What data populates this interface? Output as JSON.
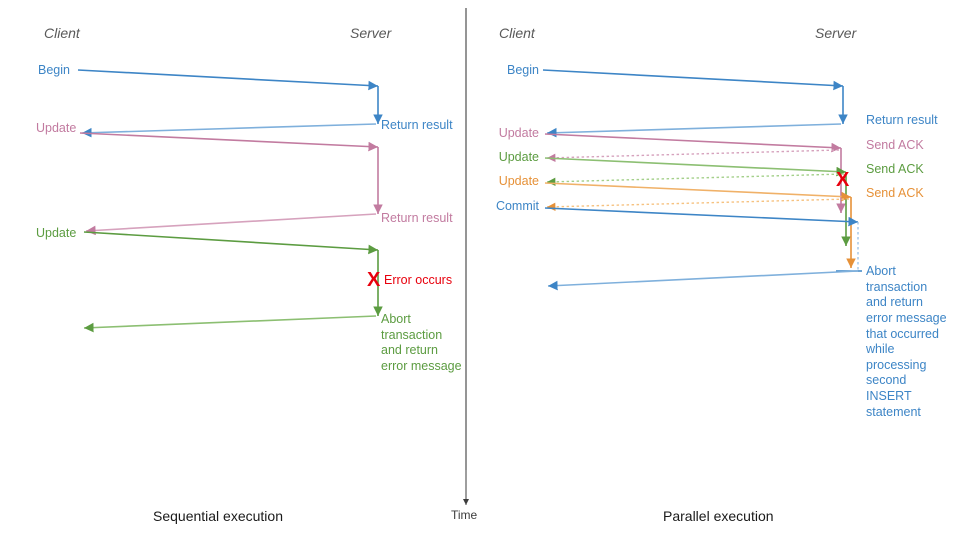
{
  "diagram": {
    "title_not_shown": "",
    "colors": {
      "blue": "#3d85c6",
      "blue_light": "#9fc5e8",
      "pink": "#c27ba0",
      "pink_light": "#e0aec8",
      "green": "#5c9c41",
      "green_light": "#a4d08a",
      "orange": "#e69138",
      "orange_light": "#f6c280",
      "red": "#e8000d",
      "gray": "#595959",
      "axis": "#3c3c3c",
      "black": "#1a1a1a"
    },
    "time_axis": {
      "label": "Time"
    },
    "left_panel": {
      "caption": "Sequential execution",
      "actors": {
        "client": "Client",
        "server": "Server"
      },
      "messages": [
        {
          "id": "l-begin",
          "label": "Begin",
          "color": "blue",
          "side": "client"
        },
        {
          "id": "l-return-1",
          "label": "Return result",
          "color": "blue",
          "side": "server"
        },
        {
          "id": "l-update-1",
          "label": "Update",
          "color": "pink",
          "side": "client"
        },
        {
          "id": "l-return-2",
          "label": "Return result",
          "color": "pink",
          "side": "server"
        },
        {
          "id": "l-update-2",
          "label": "Update",
          "color": "green",
          "side": "client"
        },
        {
          "id": "l-error",
          "label": "Error occurs",
          "color": "red",
          "side": "server"
        },
        {
          "id": "l-abort",
          "label": "Abort\ntransaction\nand return\nerror message",
          "color": "green",
          "side": "server"
        }
      ],
      "error_marker": "X"
    },
    "right_panel": {
      "caption": "Parallel execution",
      "actors": {
        "client": "Client",
        "server": "Server"
      },
      "messages": [
        {
          "id": "r-begin",
          "label": "Begin",
          "color": "blue",
          "side": "client"
        },
        {
          "id": "r-return-1",
          "label": "Return result",
          "color": "blue",
          "side": "server"
        },
        {
          "id": "r-update-1",
          "label": "Update",
          "color": "pink",
          "side": "client"
        },
        {
          "id": "r-ack-1",
          "label": "Send ACK",
          "color": "pink",
          "side": "server"
        },
        {
          "id": "r-update-2",
          "label": "Update",
          "color": "green",
          "side": "client"
        },
        {
          "id": "r-ack-2",
          "label": "Send ACK",
          "color": "green",
          "side": "server"
        },
        {
          "id": "r-update-3",
          "label": "Update",
          "color": "orange",
          "side": "client"
        },
        {
          "id": "r-ack-3",
          "label": "Send ACK",
          "color": "orange",
          "side": "server"
        },
        {
          "id": "r-commit",
          "label": "Commit",
          "color": "blue",
          "side": "client"
        },
        {
          "id": "r-abort",
          "label": "Abort\ntransaction\nand return\nerror message\nthat occurred\nwhile\nprocessing\nsecond\nINSERT\nstatement",
          "color": "blue",
          "side": "server"
        }
      ],
      "error_marker": "X"
    }
  }
}
